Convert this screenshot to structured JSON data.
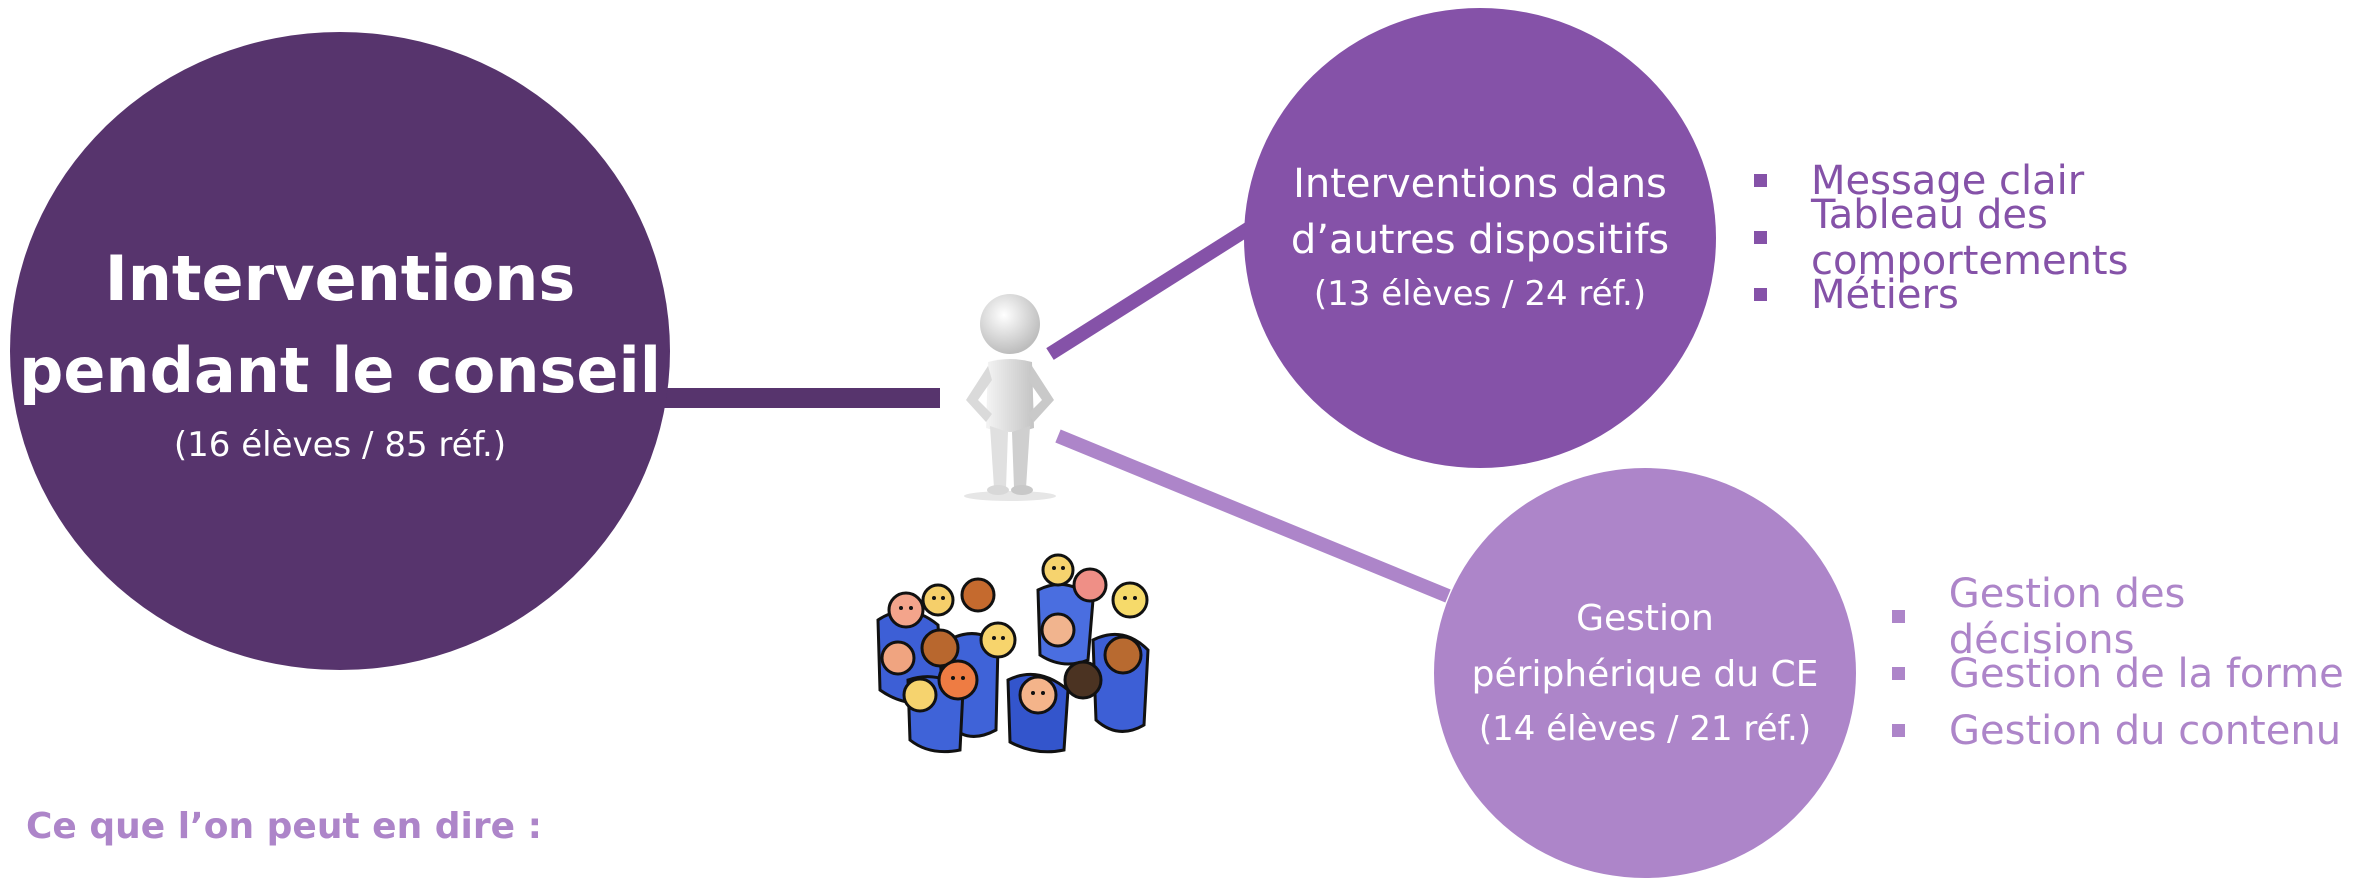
{
  "main_node": {
    "title_line1": "Interventions",
    "title_line2": "pendant le conseil",
    "subtitle": "(16 élèves / 85 réf.)",
    "color": "#57346d"
  },
  "branch_interventions": {
    "title_line1": "Interventions dans",
    "title_line2": "d’autres dispositifs",
    "subtitle": "(13 élèves / 24 réf.)",
    "color": "#8552a8",
    "items": [
      "Message clair",
      "Tableau des comportements",
      "Métiers"
    ]
  },
  "branch_gestion": {
    "title_line1": "Gestion",
    "title_line2": "périphérique du CE",
    "subtitle": "(14 élèves / 21 réf.)",
    "color": "#ad85c9",
    "items": [
      "Gestion des décisions",
      "Gestion de la forme",
      "Gestion du contenu"
    ]
  },
  "bottom_heading": "Ce que l’on peut en dire :",
  "icons": {
    "figure": "standing-person-icon",
    "crowd": "crowd-of-children-icon"
  }
}
